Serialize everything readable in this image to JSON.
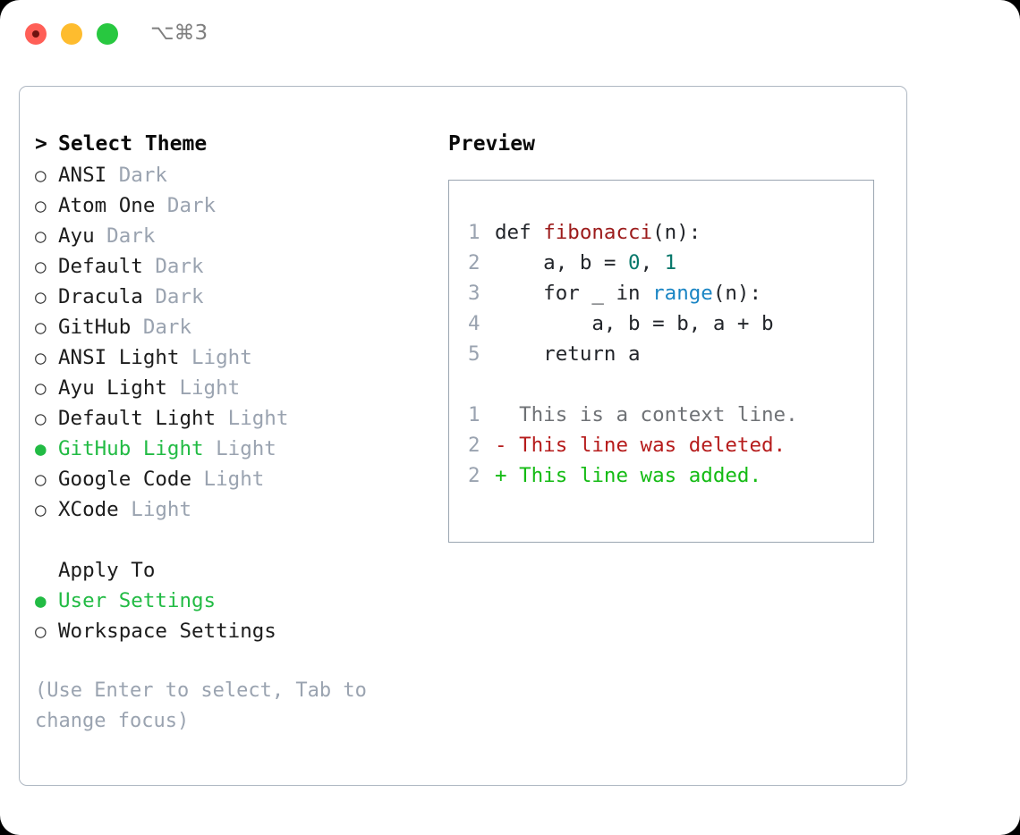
{
  "titlebar": {
    "shortcut": "⌥⌘3",
    "close_label": "close",
    "minimize_label": "minimize",
    "maximize_label": "maximize"
  },
  "colors": {
    "selected_green": "#22bb44",
    "muted_gray": "#9aa3b0",
    "border": "#aeb7c2",
    "preview_border": "#9aa5b1",
    "traffic_red": "#ff5f57",
    "traffic_yellow": "#febc2e",
    "traffic_green": "#28c840",
    "syntax_function": "#9c1b1b",
    "syntax_number": "#08786b",
    "syntax_call": "#1a85c4",
    "diff_added": "#14bb14",
    "diff_deleted": "#b61c1c",
    "diff_context": "#6f7276"
  },
  "theme_list": {
    "header": "> Select Theme",
    "header_caret": ">",
    "header_text": "Select Theme",
    "marker_selected": "●",
    "marker_unselected": "○",
    "items": [
      {
        "name": "ANSI",
        "variant": "Dark",
        "selected": false
      },
      {
        "name": "Atom One",
        "variant": "Dark",
        "selected": false
      },
      {
        "name": "Ayu",
        "variant": "Dark",
        "selected": false
      },
      {
        "name": "Default",
        "variant": "Dark",
        "selected": false
      },
      {
        "name": "Dracula",
        "variant": "Dark",
        "selected": false
      },
      {
        "name": "GitHub",
        "variant": "Dark",
        "selected": false
      },
      {
        "name": "ANSI Light",
        "variant": "Light",
        "selected": false
      },
      {
        "name": "Ayu Light",
        "variant": "Light",
        "selected": false
      },
      {
        "name": "Default Light",
        "variant": "Light",
        "selected": false
      },
      {
        "name": "GitHub Light",
        "variant": "Light",
        "selected": true
      },
      {
        "name": "Google Code",
        "variant": "Light",
        "selected": false
      },
      {
        "name": "XCode",
        "variant": "Light",
        "selected": false
      }
    ]
  },
  "apply_to": {
    "header": "Apply To",
    "items": [
      {
        "name": "User Settings",
        "selected": true
      },
      {
        "name": "Workspace Settings",
        "selected": false
      }
    ]
  },
  "hint": "(Use Enter to select, Tab to change focus)",
  "preview": {
    "title": "Preview",
    "code_lines": [
      {
        "no": "1",
        "segments": [
          {
            "t": "def ",
            "c": "plain"
          },
          {
            "t": "fibonacci",
            "c": "fn"
          },
          {
            "t": "(n):",
            "c": "plain"
          }
        ]
      },
      {
        "no": "2",
        "segments": [
          {
            "t": "    a, b = ",
            "c": "plain"
          },
          {
            "t": "0",
            "c": "num"
          },
          {
            "t": ", ",
            "c": "plain"
          },
          {
            "t": "1",
            "c": "num"
          }
        ]
      },
      {
        "no": "3",
        "segments": [
          {
            "t": "    for _ in ",
            "c": "plain"
          },
          {
            "t": "range",
            "c": "call"
          },
          {
            "t": "(n):",
            "c": "plain"
          }
        ]
      },
      {
        "no": "4",
        "segments": [
          {
            "t": "        a, b = b, a + b",
            "c": "plain"
          }
        ]
      },
      {
        "no": "5",
        "segments": [
          {
            "t": "    return a",
            "c": "plain"
          }
        ]
      }
    ],
    "diff_lines": [
      {
        "no": "1",
        "prefix": "  ",
        "text": "This is a context line.",
        "kind": "ctx"
      },
      {
        "no": "2",
        "prefix": "- ",
        "text": "This line was deleted.",
        "kind": "del"
      },
      {
        "no": "2",
        "prefix": "+ ",
        "text": "This line was added.",
        "kind": "add"
      }
    ]
  }
}
